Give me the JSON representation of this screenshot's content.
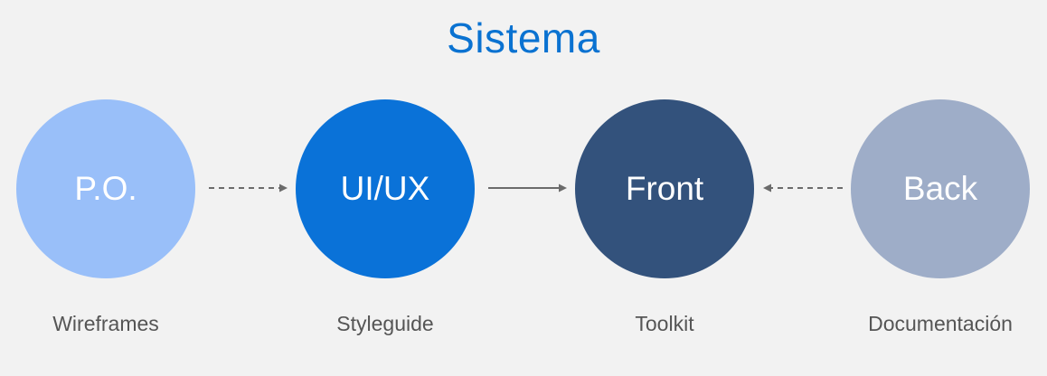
{
  "title": "Sistema",
  "nodes": [
    {
      "label": "P.O.",
      "caption": "Wireframes",
      "color": "#99bff9"
    },
    {
      "label": "UI/UX",
      "caption": "Styleguide",
      "color": "#0a72d8"
    },
    {
      "label": "Front",
      "caption": "Toolkit",
      "color": "#33527c"
    },
    {
      "label": "Back",
      "caption": "Documentación",
      "color": "#9eadc8"
    }
  ],
  "connectors": [
    {
      "from": "P.O.",
      "to": "UI/UX",
      "style": "dashed"
    },
    {
      "from": "UI/UX",
      "to": "Front",
      "style": "solid"
    },
    {
      "from": "Back",
      "to": "Front",
      "style": "dashed"
    }
  ],
  "colors": {
    "title": "#0a72d1",
    "caption": "#555555",
    "arrow": "#6b6b6b",
    "background": "#f2f2f2"
  }
}
